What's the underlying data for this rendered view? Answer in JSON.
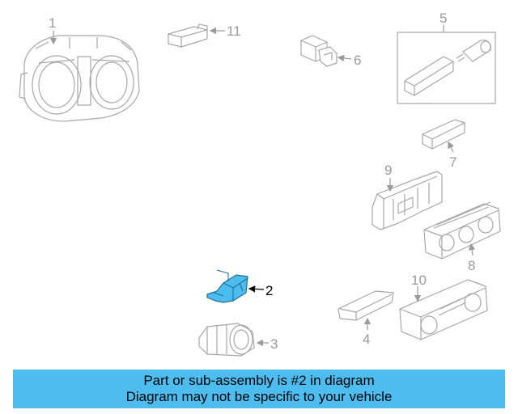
{
  "diagram": {
    "callouts": [
      "1",
      "2",
      "3",
      "4",
      "5",
      "6",
      "7",
      "8",
      "9",
      "10",
      "11"
    ],
    "highlighted_part": "2",
    "highlight_color": "#4dbdf0",
    "line_color": "#a7a7a7"
  },
  "banner": {
    "line1": "Part or sub-assembly is #2 in diagram",
    "line2": "Diagram may not be specific to your vehicle",
    "background": "#4dbdf0"
  }
}
